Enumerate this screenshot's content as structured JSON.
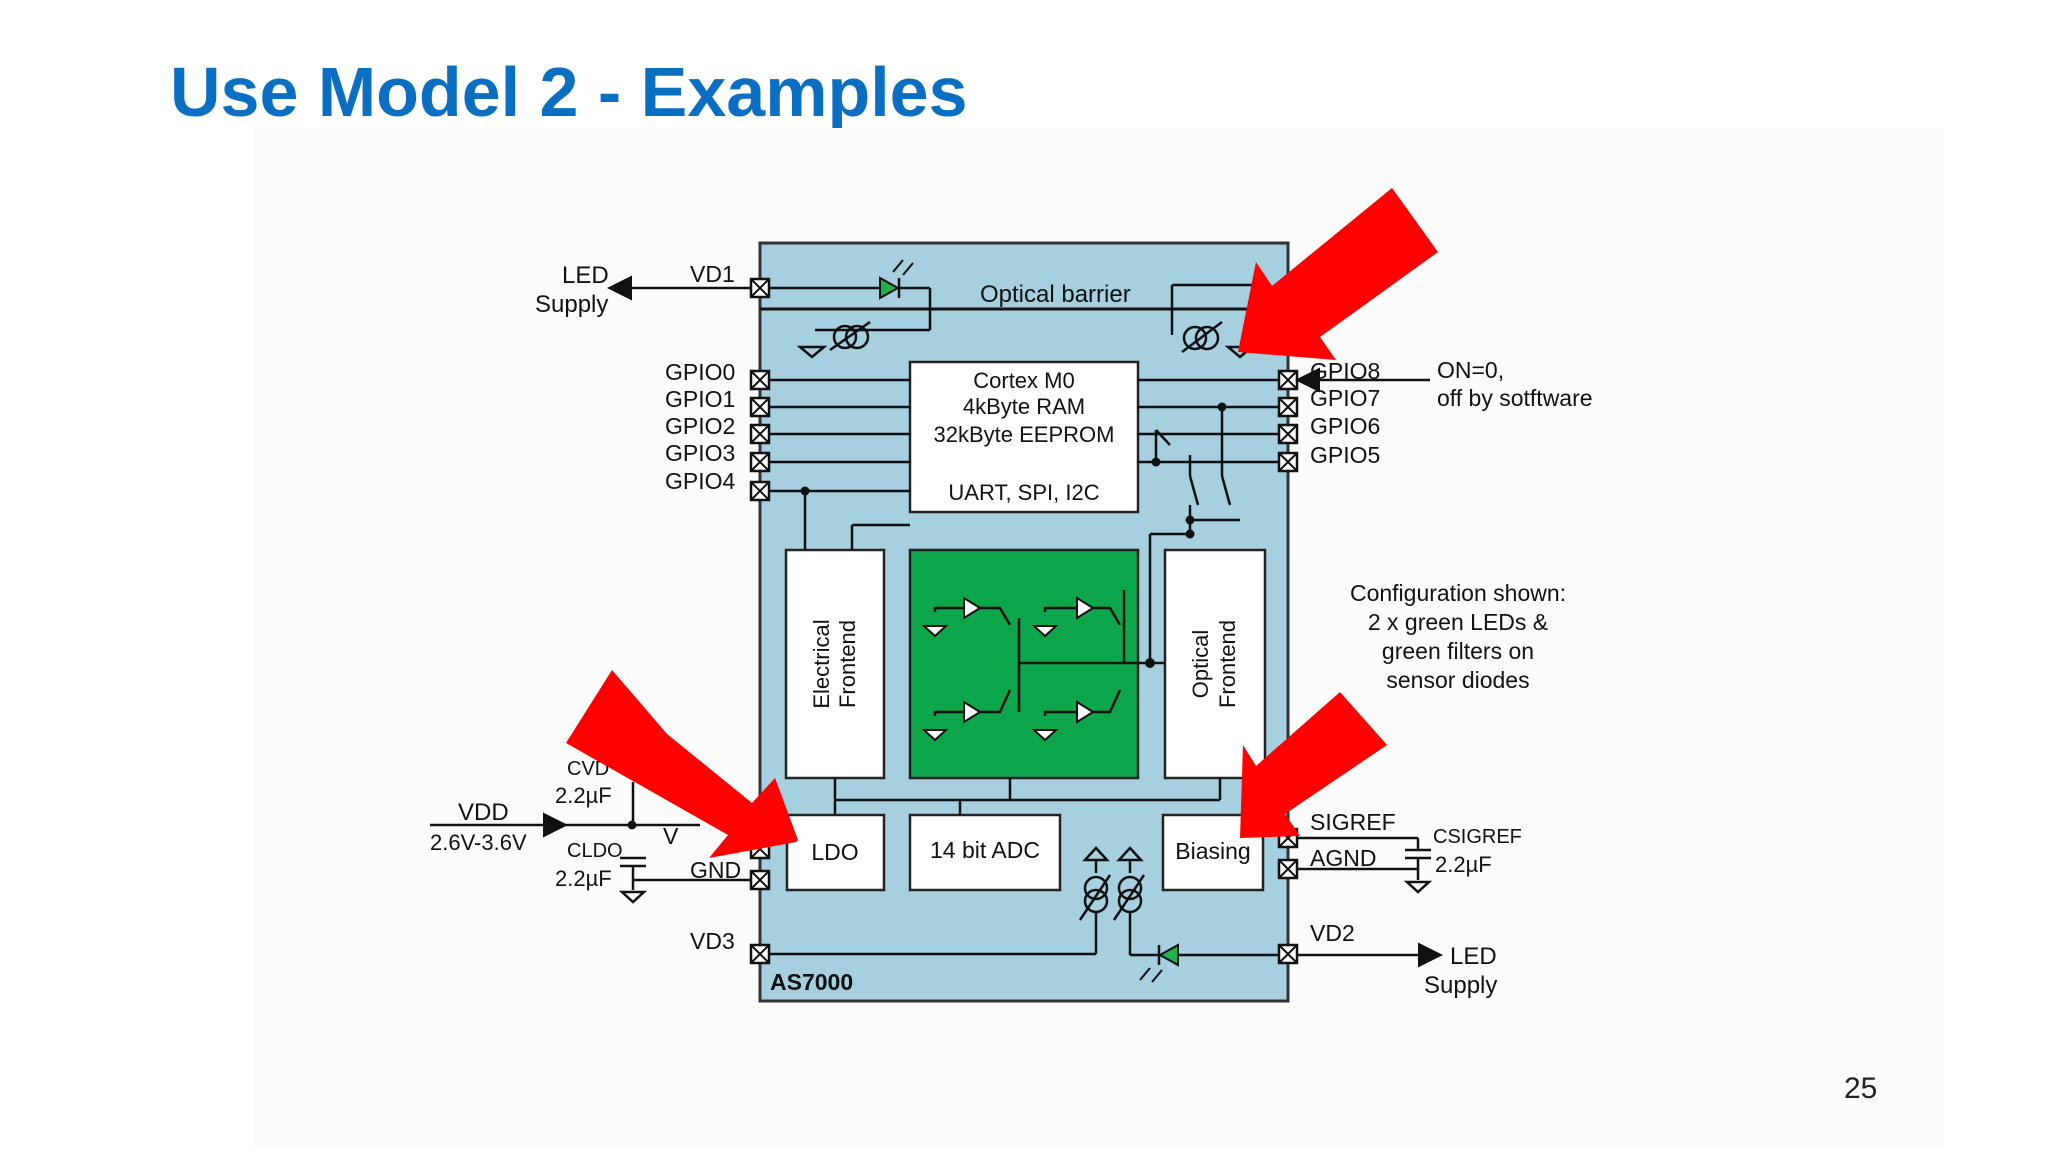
{
  "slide": {
    "title": "Use Model 2 - Examples",
    "page_number": "25"
  },
  "colors": {
    "title_blue": "#0a6fc2",
    "chip_body": "#a6cfe0",
    "sensor_green": "#0ea64a",
    "arrow_red": "#ff0000"
  },
  "diagram": {
    "chip_name": "AS7000",
    "optical_barrier": "Optical barrier",
    "mcu": {
      "line1": "Cortex M0",
      "line2": "4kByte RAM",
      "line3": "32kByte EEPROM",
      "line4": "UART, SPI, I2C"
    },
    "electrical_frontend": {
      "line1": "Electrical",
      "line2": "Frontend"
    },
    "optical_frontend": {
      "line1": "Optical",
      "line2": "Frontend"
    },
    "ldo": "LDO",
    "adc": "14 bit ADC",
    "biasing": "Biasing",
    "pins": {
      "vd1": "VD1",
      "gpio0": "GPIO0",
      "gpio1": "GPIO1",
      "gpio2": "GPIO2",
      "gpio3": "GPIO3",
      "gpio4": "GPIO4",
      "gpio8": "GPIO8",
      "gpio7": "GPIO7",
      "gpio6": "GPIO6",
      "gpio5": "GPIO5",
      "v": "V",
      "gnd": "GND",
      "vd3": "VD3",
      "sigref": "SIGREF",
      "agnd": "AGND",
      "vd2": "VD2"
    },
    "external": {
      "led_supply_top_1": "LED",
      "led_supply_top_2": "Supply",
      "led_supply_bottom_1": "LED",
      "led_supply_bottom_2": "Supply",
      "on_off_1": "ON=0,",
      "on_off_2": "off by sotftware",
      "vdd": "VDD",
      "vdd_range": "2.6V-3.6V",
      "cvd": "CVD",
      "cvd_value": "2.2µF",
      "cldo": "CLDO",
      "cldo_value": "2.2µF",
      "csigref": "CSIGREF",
      "csigref_value": "2.2µF"
    },
    "note": {
      "line1": "Configuration shown:",
      "line2": "2 x green LEDs &",
      "line3": "green filters on",
      "line4": "sensor diodes"
    }
  }
}
